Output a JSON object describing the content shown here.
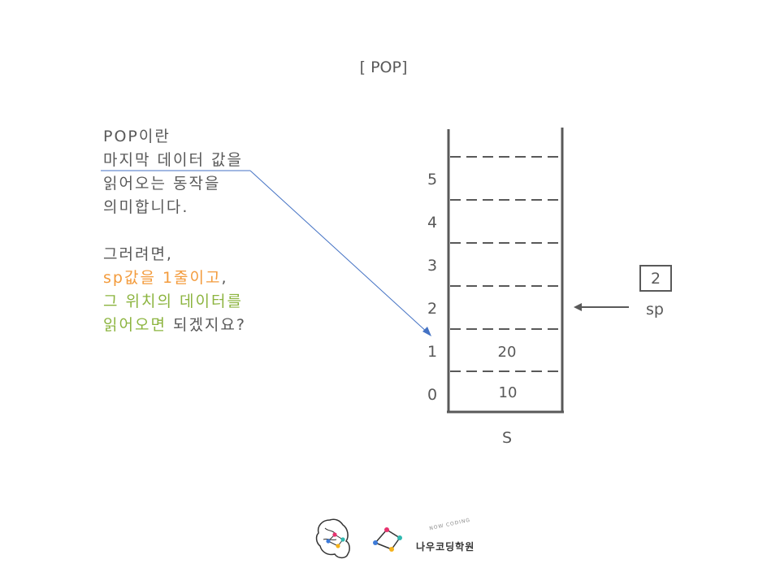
{
  "title": "[ POP]",
  "explanation": {
    "line1": "POP이란",
    "line2": "마지막 데이터 값을",
    "line3": "읽어오는 동작을",
    "line4": "의미합니다.",
    "line5": "그러려면,",
    "line6_orange": "sp값을 1줄이고",
    "line6_gray": ",",
    "line7_green": "그 위치의 데이터를",
    "line8_green": "읽어오면",
    "line8_gray": " 되겠지요?"
  },
  "stack": {
    "name": "S",
    "indices": [
      "5",
      "4",
      "3",
      "2",
      "1",
      "0"
    ],
    "values": {
      "index1": "20",
      "index0": "10"
    }
  },
  "sp": {
    "value": "2",
    "label": "sp"
  },
  "logo": {
    "text": "나우코딩학원",
    "arc_text": "NOW CODING"
  },
  "colors": {
    "text": "#595959",
    "orange": "#F39B3C",
    "green": "#8CB43F",
    "pointer_line": "#4472C4"
  },
  "icons": [
    "brain-logo-icon",
    "network-logo-icon"
  ]
}
